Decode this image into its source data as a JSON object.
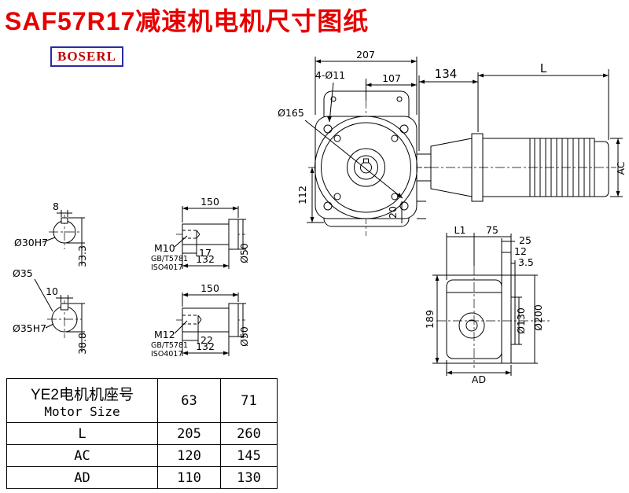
{
  "page": {
    "title": "SAF57R17减速机电机尺寸图纸",
    "logo": "BOSERL"
  },
  "main_view": {
    "dim_total_width": "207",
    "dim_bolt_holes": "4-Ø11",
    "dim_partial_width": "107",
    "dim_adapter": "134",
    "dim_motor_length": "L",
    "dim_flange_dia": "Ø165",
    "dim_center_height": "112",
    "dim_motor_dia": "AC",
    "dim_offset": "20"
  },
  "shaft_end_views": {
    "shaft1": {
      "key_width": "8",
      "bore": "Ø30H7",
      "height": "33.3"
    },
    "shaft2": {
      "outer_dia": "Ø35",
      "key_width": "10",
      "bore": "Ø35H7",
      "height": "38.8"
    }
  },
  "shaft_drawings": {
    "shaft1": {
      "length": "150",
      "thread": "M10",
      "standard1": "GB/T5781",
      "standard2": "ISO4017",
      "thread_depth": "17",
      "body_length": "132",
      "dia": "Ø50"
    },
    "shaft2": {
      "length": "150",
      "thread": "M12",
      "standard1": "GB/T5781",
      "standard2": "ISO4017",
      "thread_depth": "22",
      "body_length": "132",
      "dia": "Ø50"
    }
  },
  "side_view": {
    "dim_l1": "L1",
    "dim_75": "75",
    "dim_25": "25",
    "dim_12": "12",
    "dim_3_5": "3.5",
    "dim_height": "189",
    "dim_pilot_dia": "Ø130",
    "dim_flange_od": "Ø200",
    "dim_ad": "AD"
  },
  "table": {
    "header": {
      "label_cn": "YE2电机机座号",
      "label_en": "Motor Size",
      "size1": "63",
      "size2": "71"
    },
    "rows": [
      {
        "label": "L",
        "v1": "205",
        "v2": "260"
      },
      {
        "label": "AC",
        "v1": "120",
        "v2": "145"
      },
      {
        "label": "AD",
        "v1": "110",
        "v2": "130"
      }
    ]
  }
}
